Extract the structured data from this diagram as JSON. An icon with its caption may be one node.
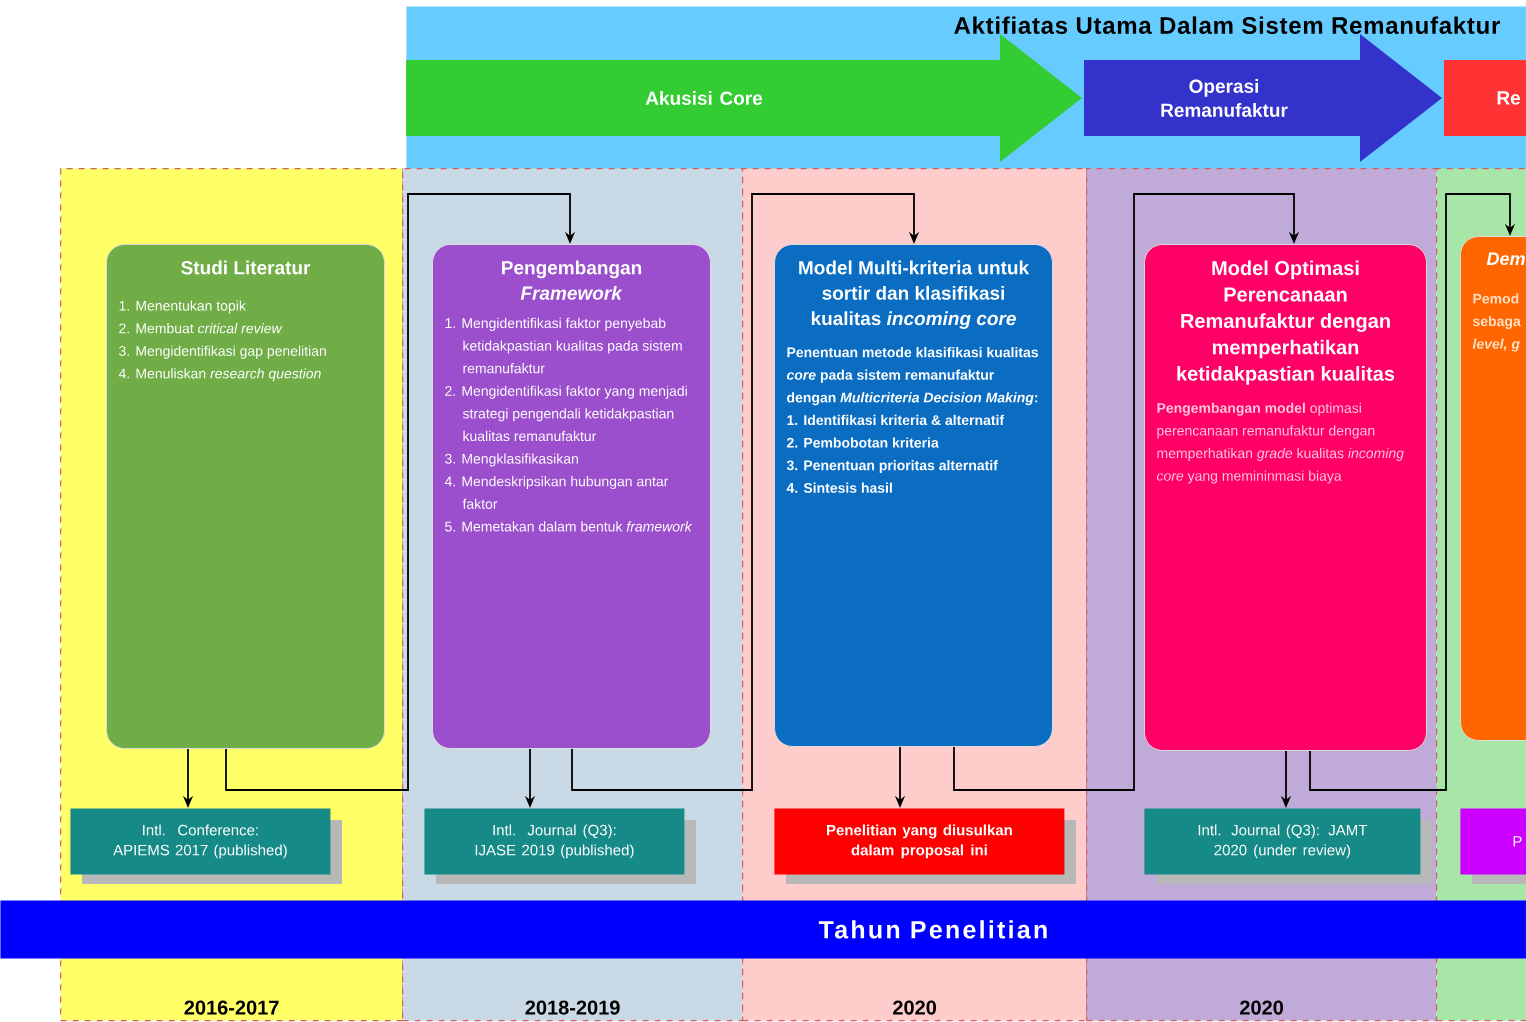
{
  "diagram": {
    "nodes": [
      {
        "text": [
          "Aktifiatas Utama Dalam Sistem Remanufaktur"
        ]
      },
      {
        "text": [
          "Akusisi Core"
        ],
        "in": 0
      },
      {
        "text": [
          "Operasi Remanufaktur"
        ],
        "in": 0
      },
      {
        "text": [
          "Re"
        ],
        "in": 0
      },
      {
        "text": [
          "2016-2017"
        ]
      },
      {
        "text": [
          "Studi Literatur",
          "1. Menentukan topik",
          "2. Membuat *critical review*",
          "3. Mengidentifikasi gap penelitian",
          "4. Menuliskan *research question*"
        ],
        "in": 4
      },
      {
        "text": [
          "Intl. Conference: APIEMS 2017 (published)"
        ],
        "in": 4
      },
      {
        "text": [
          "2018-2019"
        ]
      },
      {
        "text": [
          "Pengembangan *Framework*",
          "1. Mengidentifikasi faktor penyebab ketidakpastian kualitas pada sistem remanufaktur",
          "2. Mengidentifikasi faktor yang menjadi strategi pengendali ketidakpastian kualitas remanufaktur",
          "3. Mengklasifikasikan",
          "4. Mendeskripsikan hubungan antar faktor",
          "5. Memetakan dalam bentuk *framework*"
        ],
        "in": 7
      },
      {
        "text": [
          "Intl. Journal (Q3): IJASE 2019 (published)"
        ],
        "in": 7
      },
      {
        "text": [
          "2020"
        ]
      },
      {
        "text": [
          "Model Multi-kriteria untuk sortir dan klasifikasi kualitas *incoming core*",
          "Penentuan metode klasifikasi kualitas *core* pada sistem remanufaktur dengan *Multicriteria Decision Making*:",
          "1. Identifikasi kriteria & alternatif",
          "2. Pembobotan kriteria",
          "3. Penentuan prioritas alternatif",
          "4. Sintesis hasil"
        ],
        "in": 10
      },
      {
        "text": [
          "Penelitian yang diusulkan dalam proposal ini"
        ],
        "in": 10
      },
      {
        "text": [
          "2020"
        ]
      },
      {
        "text": [
          "Model Optimasi Perencanaan Remanufaktur dengan memperhatikan ketidakpastian kualitas",
          "**Pengembangan model** optimasi perencanaan remanufaktur dengan memperhatikan *grade* kualitas *incoming core* yang memininmasi biaya"
        ],
        "in": 13
      },
      {
        "text": [
          "Intl. Journal (Q3): JAMT 2020 (under review)"
        ],
        "in": 13
      },
      {
        "text": [],
        "shape": "box"
      },
      {
        "text": [
          "Dem",
          "Pemod sebaga *level, g*"
        ],
        "in": 16
      },
      {
        "text": [
          "P"
        ],
        "in": 16
      },
      {
        "text": [
          "Tahun Penelitian"
        ]
      }
    ],
    "edges": [
      {
        "from": 5,
        "to": 6,
        "arrow": "to"
      },
      {
        "from": 5,
        "to": 8,
        "arrow": "to"
      },
      {
        "from": 8,
        "to": 9,
        "arrow": "to"
      },
      {
        "from": 8,
        "to": 11,
        "arrow": "to"
      },
      {
        "from": 11,
        "to": 12,
        "arrow": "to"
      },
      {
        "from": 11,
        "to": 14,
        "arrow": "to"
      },
      {
        "from": 14,
        "to": 15,
        "arrow": "to"
      },
      {
        "from": 14,
        "to": 17,
        "arrow": "to"
      }
    ]
  }
}
